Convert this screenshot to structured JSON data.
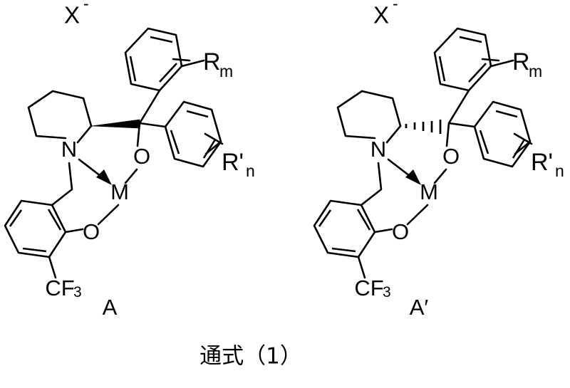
{
  "figure": {
    "caption": "通式（1）",
    "background_color": "#ffffff",
    "line_color": "#000000"
  },
  "structures": [
    {
      "id": "A",
      "name_label": "A",
      "counterion": {
        "symbol": "X",
        "charge": "-"
      },
      "stereo_bond": "solid-wedge",
      "atom_labels": {
        "nitrogen": "N",
        "metal": "M",
        "alkoxide_oxygen": "O",
        "phenolate_oxygen": "O",
        "trifluoromethyl": "CF",
        "trifluoromethyl_sub": "3"
      },
      "substituents": {
        "aryl_top": {
          "label": "R",
          "sub": "m"
        },
        "aryl_right": {
          "label": "R'",
          "sub": "n"
        }
      }
    },
    {
      "id": "A-prime",
      "name_label": "A′",
      "counterion": {
        "symbol": "X",
        "charge": "-"
      },
      "stereo_bond": "hashed-wedge",
      "atom_labels": {
        "nitrogen": "N",
        "metal": "M",
        "alkoxide_oxygen": "O",
        "phenolate_oxygen": "O",
        "trifluoromethyl": "CF",
        "trifluoromethyl_sub": "3"
      },
      "substituents": {
        "aryl_top": {
          "label": "R",
          "sub": "m"
        },
        "aryl_right": {
          "label": "R'",
          "sub": "n"
        }
      }
    }
  ]
}
